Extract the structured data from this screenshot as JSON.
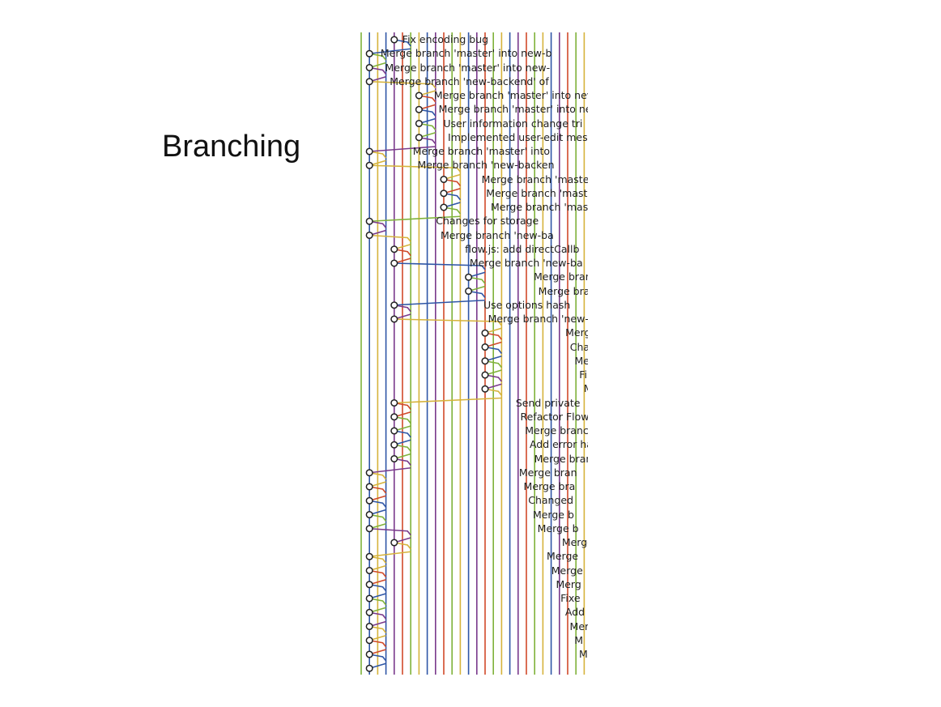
{
  "slide": {
    "title": "Branching"
  },
  "colors": {
    "lanes": [
      "#7fb23a",
      "#2f56a6",
      "#d6b33b",
      "#2f56a6",
      "#7a3a8c",
      "#d04a2a",
      "#7fb23a",
      "#d6b33b",
      "#2f56a6",
      "#7a3a8c",
      "#d04a2a",
      "#7fb23a",
      "#d6b33b",
      "#2f56a6",
      "#7a3a8c",
      "#d04a2a",
      "#7fb23a",
      "#d6b33b",
      "#2f56a6",
      "#7a3a8c",
      "#d04a2a",
      "#7fb23a",
      "#d6b33b",
      "#2f56a6",
      "#7a3a8c",
      "#d04a2a",
      "#7fb23a",
      "#d6b33b"
    ],
    "node_stroke": "#222222",
    "node_fill": "#ffffff"
  },
  "commits": [
    {
      "message": "Fix encoding bug",
      "lane": 4
    },
    {
      "message": "Merge branch 'master' into new-b",
      "lane": 1
    },
    {
      "message": "Merge branch 'master' into new-",
      "lane": 1
    },
    {
      "message": "Merge branch 'new-backend' of",
      "lane": 1
    },
    {
      "message": "Merge branch 'master' into nev",
      "lane": 7
    },
    {
      "message": "Merge branch 'master' into ne",
      "lane": 7
    },
    {
      "message": "User information change tri",
      "lane": 7
    },
    {
      "message": "Implemented user-edit mes",
      "lane": 7
    },
    {
      "message": "Merge branch 'master' into",
      "lane": 1
    },
    {
      "message": "Merge branch 'new-backen",
      "lane": 1
    },
    {
      "message": "Merge branch 'master' into",
      "lane": 10
    },
    {
      "message": "Merge branch 'master' in",
      "lane": 10
    },
    {
      "message": "Merge branch 'master'",
      "lane": 10
    },
    {
      "message": "Changes for storage",
      "lane": 1
    },
    {
      "message": "Merge branch 'new-ba",
      "lane": 1
    },
    {
      "message": "flow.js: add directCallb",
      "lane": 4
    },
    {
      "message": "Merge branch 'new-ba",
      "lane": 4
    },
    {
      "message": "Merge branch 'master",
      "lane": 13
    },
    {
      "message": "Merge branch 'mast",
      "lane": 13
    },
    {
      "message": "Use options hash",
      "lane": 4
    },
    {
      "message": "Merge branch 'new-",
      "lane": 4
    },
    {
      "message": "Merge branch 'ma",
      "lane": 15
    },
    {
      "message": "Changed idle tir",
      "lane": 15
    },
    {
      "message": "Merge branch 'm",
      "lane": 15
    },
    {
      "message": "File events goe",
      "lane": 15
    },
    {
      "message": "Merge branch '",
      "lane": 15
    },
    {
      "message": "Send private",
      "lane": 4
    },
    {
      "message": "Refactor Flow",
      "lane": 4
    },
    {
      "message": "Merge branch '",
      "lane": 4
    },
    {
      "message": "Add error har",
      "lane": 4
    },
    {
      "message": "Merge branch",
      "lane": 4
    },
    {
      "message": "Merge bran",
      "lane": 1
    },
    {
      "message": "Merge bra",
      "lane": 1
    },
    {
      "message": "Changed",
      "lane": 1
    },
    {
      "message": "Merge b",
      "lane": 1
    },
    {
      "message": "Merge b",
      "lane": 1
    },
    {
      "message": "Merge b",
      "lane": 4
    },
    {
      "message": "Merge",
      "lane": 1
    },
    {
      "message": "Merge",
      "lane": 1
    },
    {
      "message": "Merg",
      "lane": 1
    },
    {
      "message": "Fixe",
      "lane": 1
    },
    {
      "message": "Add",
      "lane": 1
    },
    {
      "message": "Mer",
      "lane": 1
    },
    {
      "message": "M",
      "lane": 1
    },
    {
      "message": "M",
      "lane": 1
    },
    {
      "message": "",
      "lane": 1
    }
  ]
}
